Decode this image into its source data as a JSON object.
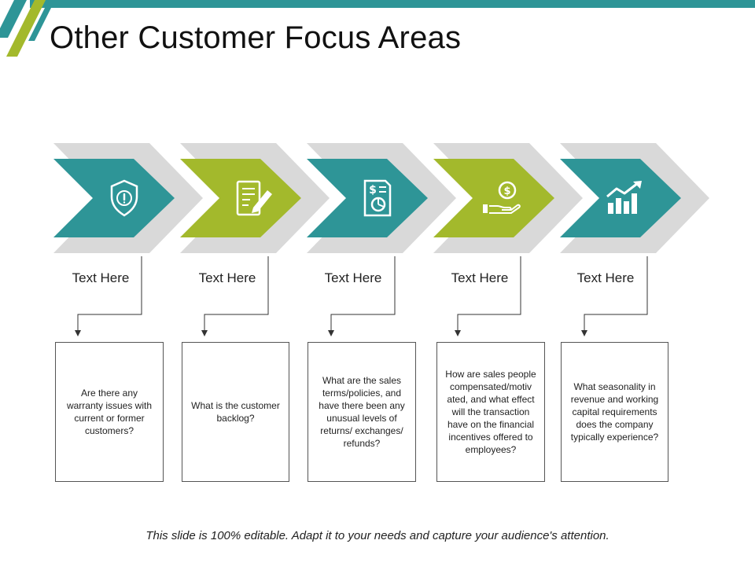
{
  "slide": {
    "title": "Other Customer Focus Areas",
    "footer": "This slide is 100% editable. Adapt it to your needs and capture your audience's attention."
  },
  "colors": {
    "teal": "#2e9597",
    "green": "#a3b92c",
    "gray": "#d9d9d9",
    "connector": "#333333"
  },
  "steps": [
    {
      "label": "Text Here",
      "icon": "shield-alert-icon",
      "color": "teal",
      "description": "Are there any warranty issues with current or former customers?"
    },
    {
      "label": "Text Here",
      "icon": "document-pen-icon",
      "color": "green",
      "description": "What is the customer backlog?"
    },
    {
      "label": "Text Here",
      "icon": "financial-report-icon",
      "color": "teal",
      "description": "What are the sales terms/policies, and have there been any unusual levels of returns/ exchanges/ refunds?"
    },
    {
      "label": "Text Here",
      "icon": "hand-coin-icon",
      "color": "green",
      "description": "How are sales people compensated/motiv ated, and what effect will the transaction have on the financial incentives offered to employees?"
    },
    {
      "label": "Text Here",
      "icon": "growth-chart-icon",
      "color": "teal",
      "description": "What seasonality in revenue and working capital requirements does the company typically experience?"
    }
  ]
}
